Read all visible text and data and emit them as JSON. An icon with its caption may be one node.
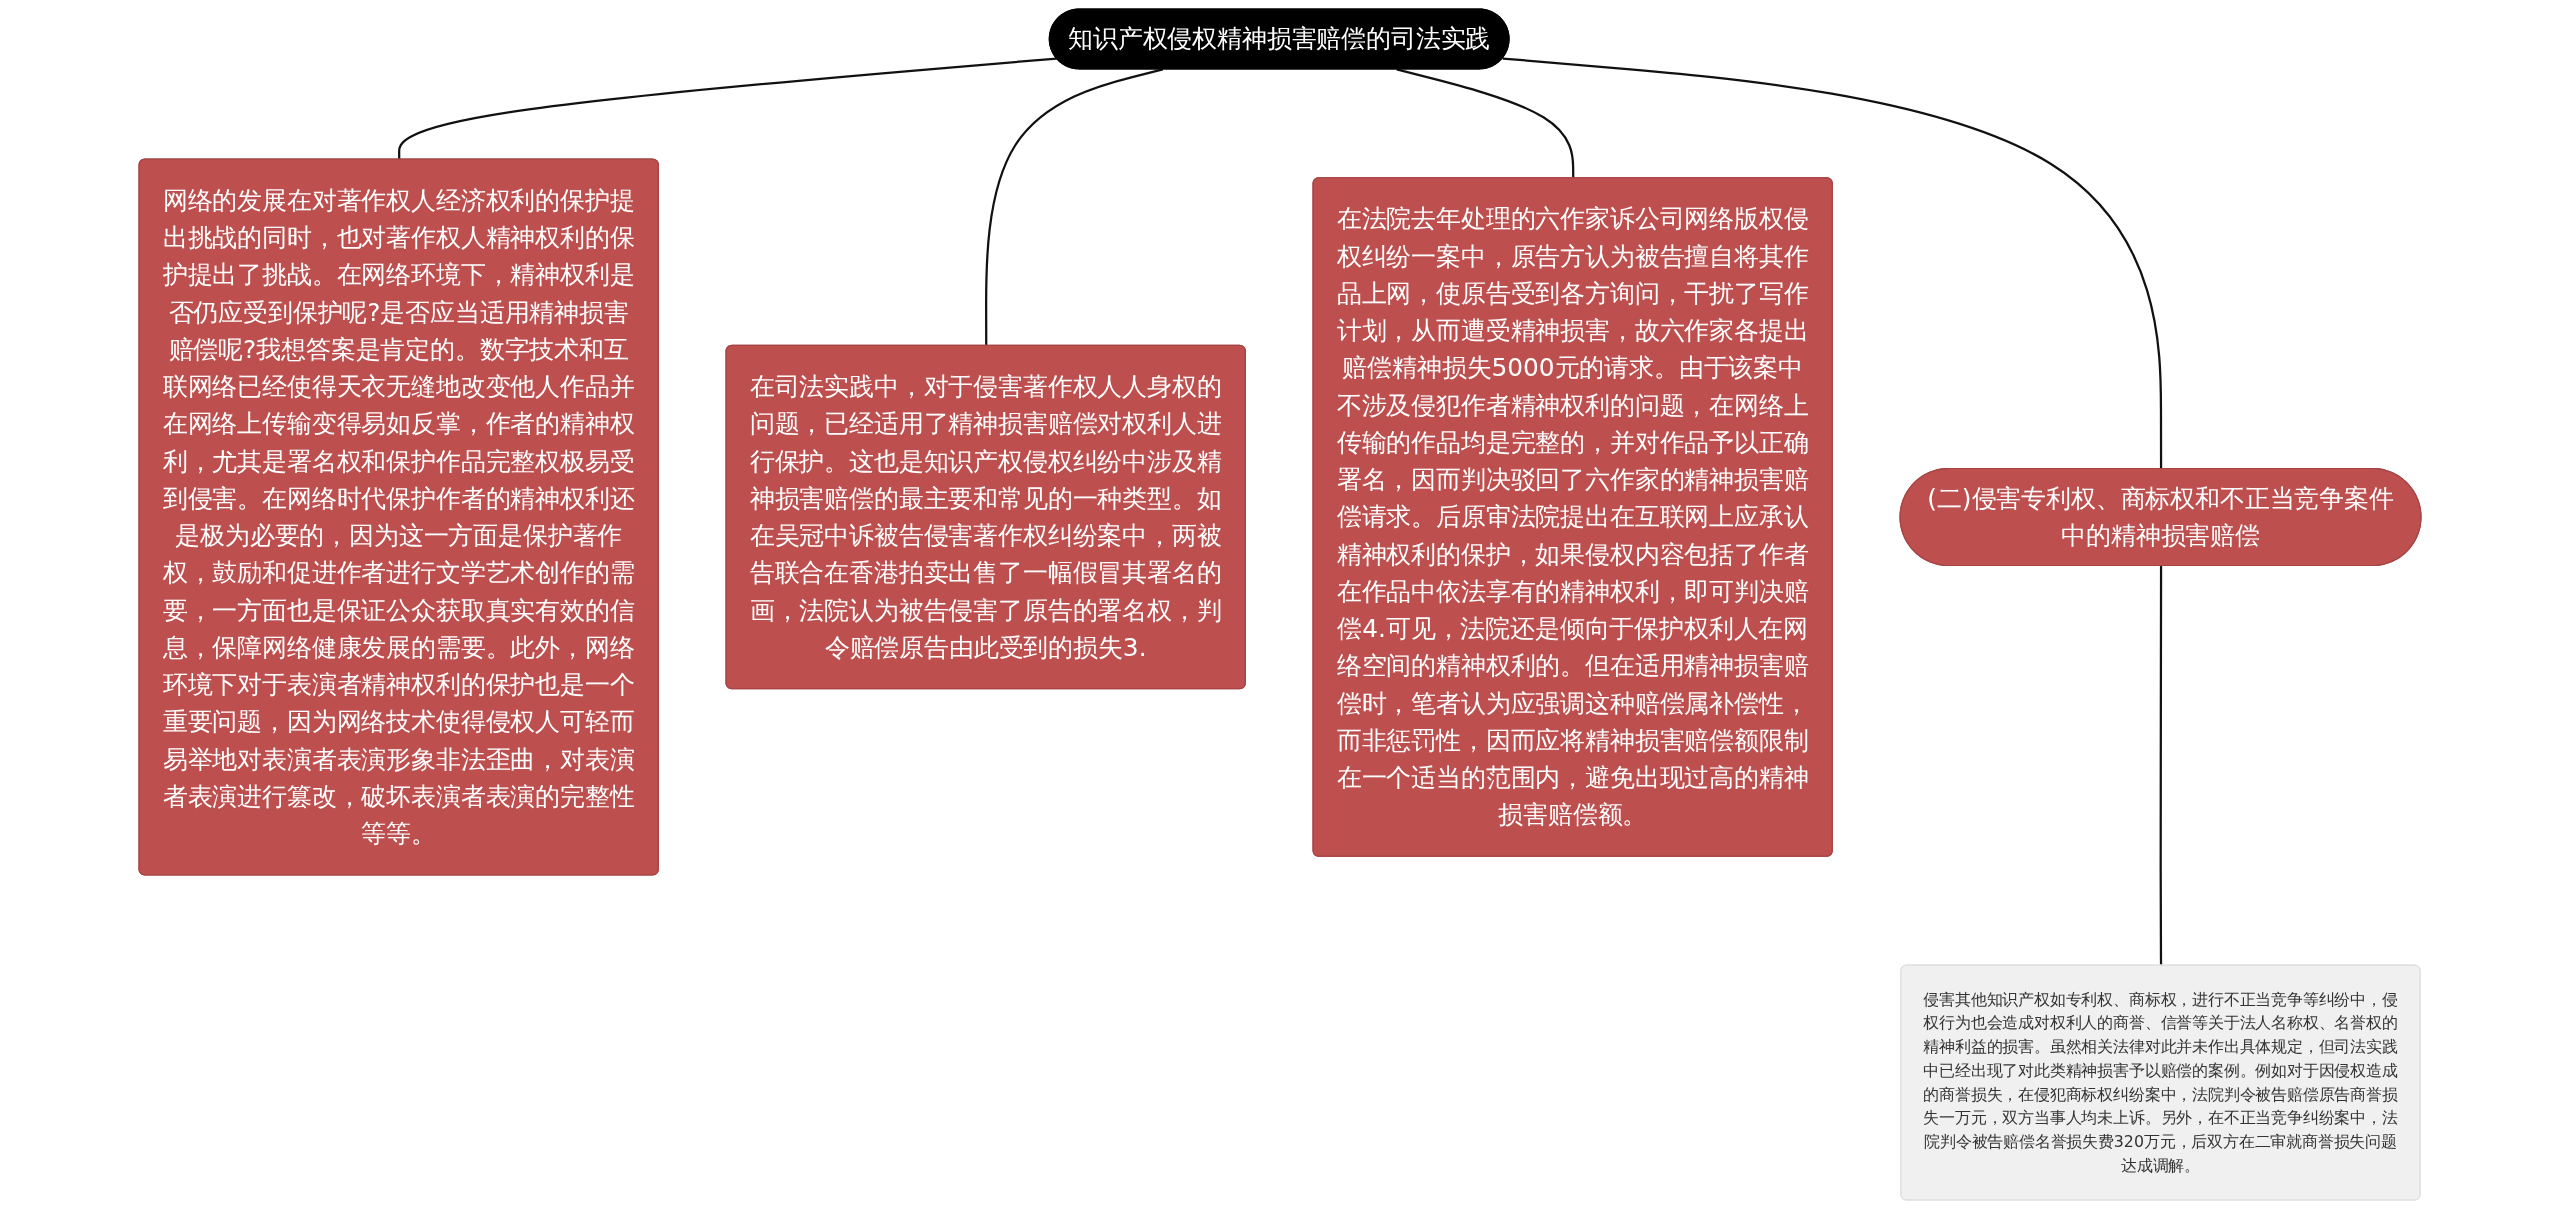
{
  "diagram": {
    "nodes": [
      {
        "text": [
          "知识产权侵权精神损害赔偿的司法实践"
        ]
      },
      {
        "text": [
          "网络的发展在对著作权人经济权利的保护提出挑战的同时，也对著作权人精神权利的保护提出了挑战。在网络环境下，精神权利是否仍应受到保护呢?是否应当适用精神损害赔偿呢?我想答案是肯定的。数字技术和互联网络已经使得天衣无缝地改变他人作品并在网络上传输变得易如反掌，作者的精神权利，尤其是署名权和保护作品完整权极易受到侵害。在网络时代保护作者的精神权利还是极为必要的，因为这一方面是保护著作权，鼓励和促进作者进行文学艺术创作的需要，一方面也是保证公众获取真实有效的信息，保障网络健康发展的需要。此外，网络环境下对于表演者精神权利的保护也是一个重要问题，因为网络技术使得侵权人可轻而易举地对表演者表演形象非法歪曲，对表演者表演进行篡改，破坏表演者表演的完整性等等。"
        ]
      },
      {
        "text": [
          "在司法实践中，对于侵害著作权人人身权的问题，已经适用了精神损害赔偿对权利人进行保护。这也是知识产权侵权纠纷中涉及精神损害赔偿的最主要和常见的一种类型。如在吴冠中诉被告侵害著作权纠纷案中，两被告联合在香港拍卖出售了一幅假冒其署名的画，法院认为被告侵害了原告的署名权，判令赔偿原告由此受到的损失3."
        ]
      },
      {
        "text": [
          "在法院去年处理的六作家诉公司网络版权侵权纠纷一案中，原告方认为被告擅自将其作品上网，使原告受到各方询问，干扰了写作计划，从而遭受精神损害，故六作家各提出赔偿精神损失5000元的请求。由于该案中不涉及侵犯作者精神权利的问题，在网络上传输的作品均是完整的，并对作品予以正确署名，因而判决驳回了六作家的精神损害赔偿请求。后原审法院提出在互联网上应承认精神权利的保护，如果侵权内容包括了作者在作品中依法享有的精神权利，即可判决赔偿4.可见，法院还是倾向于保护权利人在网络空间的精神权利的。但在适用精神损害赔偿时，笔者认为应强调这种赔偿属补偿性，而非惩罚性，因而应将精神损害赔偿额限制在一个适当的范围内，避免出现过高的精神损害赔偿额。"
        ]
      },
      {
        "text": [
          "(二)侵害专利权、商标权和不正当竞争案件中的精神损害赔偿"
        ]
      },
      {
        "text": [
          "侵害其他知识产权如专利权、商标权，进行不正当竞争等纠纷中，侵权行为也会造成对权利人的商誉、信誉等关于法人名称权、名誉权的精神利益的损害。虽然相关法律对此并未作出具体规定，但司法实践中已经出现了对此类精神损害予以赔偿的案例。例如对于因侵权造成的商誉损失，在侵犯商标权纠纷案中，法院判令被告赔偿原告商誉损失一万元，双方当事人均未上诉。另外，在不正当竞争纠纷案中，法院判令被告赔偿名誉损失费320万元，后双方在二审就商誉损失问题达成调解。"
        ]
      }
    ],
    "edges": [
      {
        "from": 0,
        "to": 1,
        "arrow": "none"
      },
      {
        "from": 0,
        "to": 2,
        "arrow": "none"
      },
      {
        "from": 0,
        "to": 3,
        "arrow": "none"
      },
      {
        "from": 0,
        "to": 4,
        "arrow": "none"
      },
      {
        "from": 4,
        "to": 5,
        "arrow": "none"
      }
    ]
  }
}
